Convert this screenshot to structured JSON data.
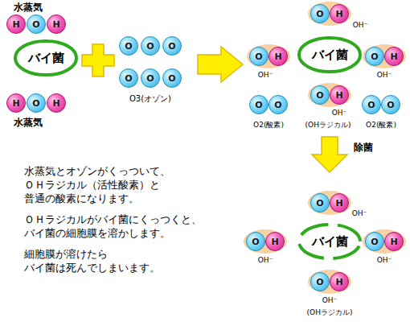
{
  "diagram": {
    "nodes": [
      {
        "text": [
          "H"
        ]
      },
      {
        "text": [
          "O"
        ]
      },
      {
        "text": [
          "H"
        ]
      },
      {
        "text": [
          "バイ菌"
        ]
      },
      {
        "text": [
          "H"
        ]
      },
      {
        "text": [
          "O"
        ]
      },
      {
        "text": [
          "H"
        ]
      },
      {
        "text": [
          "O"
        ]
      },
      {
        "text": [
          "O"
        ]
      },
      {
        "text": [
          "O"
        ]
      },
      {
        "text": [
          "O"
        ]
      },
      {
        "text": [
          "O"
        ]
      },
      {
        "text": [
          "O"
        ]
      },
      {
        "text": [
          "O"
        ]
      },
      {
        "text": [
          "H"
        ]
      },
      {
        "text": [
          "バイ菌"
        ]
      },
      {
        "text": [
          "O"
        ]
      },
      {
        "text": [
          "H"
        ]
      },
      {
        "text": [
          "O"
        ]
      },
      {
        "text": [
          "H"
        ]
      },
      {
        "text": [
          "O"
        ]
      },
      {
        "text": [
          "O"
        ]
      },
      {
        "text": [
          "O"
        ]
      },
      {
        "text": [
          "H"
        ]
      },
      {
        "text": [
          "O"
        ]
      },
      {
        "text": [
          "O"
        ]
      },
      {
        "text": [
          "O"
        ]
      },
      {
        "text": [
          "H"
        ]
      },
      {
        "text": [
          "バイ菌"
        ]
      },
      {
        "text": [
          "O"
        ]
      },
      {
        "text": [
          "H"
        ]
      },
      {
        "text": [
          "O"
        ]
      },
      {
        "text": [
          "H"
        ]
      },
      {
        "text": [
          "O"
        ]
      },
      {
        "text": [
          "H"
        ]
      }
    ],
    "labels": [
      "水蒸気",
      "水蒸気",
      "O3(オゾン)",
      "OH⁻",
      "OH⁻",
      "OH⁻",
      "OH⁻",
      "(OHラジカル)",
      "O2(酸素)",
      "O2(酸素)",
      "除菌",
      "OH⁻",
      "OH⁻",
      "OH⁻",
      "OH⁻",
      "(OHラジカル)",
      "水蒸気とオゾンがくっついて、",
      "ＯＨラジカル（活性酸素）と",
      "普通の酸素になります。",
      "ＯＨラジカルがバイ菌にくっつくと、",
      "バイ菌の細胞膜を溶かします。",
      "細胞膜が溶けたら",
      "バイ菌は死んでしまいます。"
    ]
  }
}
